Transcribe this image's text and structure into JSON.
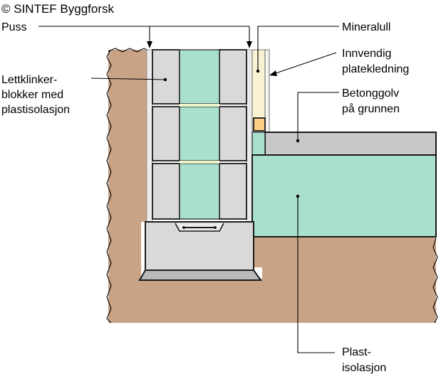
{
  "copyright": "© SINTEF Byggforsk",
  "labels": {
    "puss": "Puss",
    "lettklinker_1": "Lettklinker-",
    "lettklinker_2": "blokker med",
    "lettklinker_3": "plastisolasjon",
    "mineralull": "Mineralull",
    "innvendig_1": "Innvendig",
    "innvendig_2": "platekledning",
    "betong_1": "Betonggolv",
    "betong_2": "på grunnen",
    "plast_1": "Plast-",
    "plast_2": "isolasjon"
  },
  "colors": {
    "soil": "#c9a386",
    "block": "#d9d9d9",
    "insulation": "#a9dfcd",
    "mineral_wool": "#f8f1d2",
    "concrete": "#c8c8c8",
    "plaster": "#ececec",
    "strip": "#fbd086"
  }
}
